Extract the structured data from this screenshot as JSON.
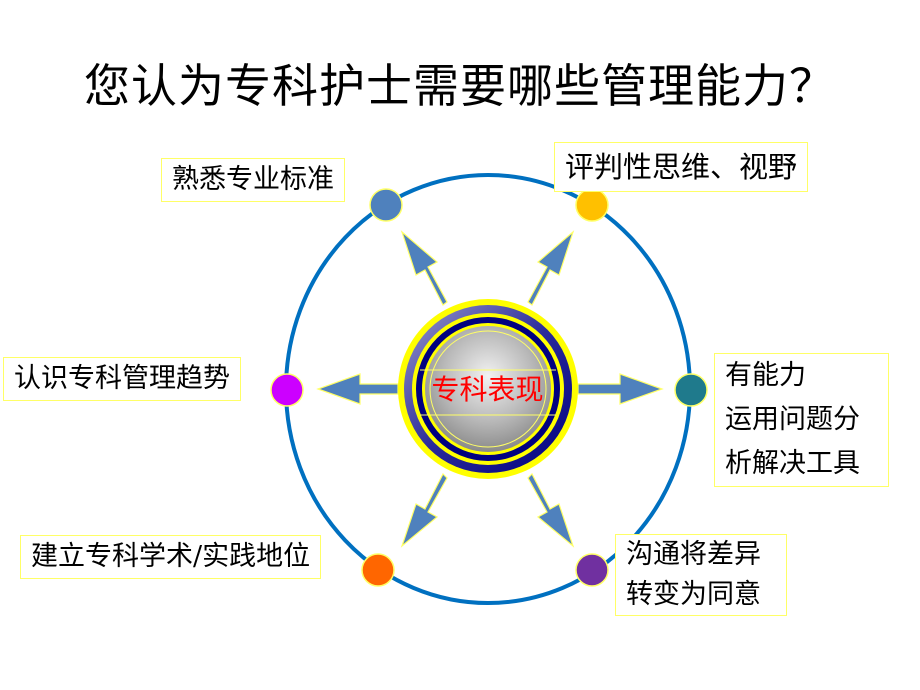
{
  "slide": {
    "title": "您认为专科护士需要哪些管理能力？",
    "center_label": "专科表现",
    "nodes": [
      {
        "id": "top-left",
        "label": "熟悉专业标准",
        "dot_color": "#4f81bd"
      },
      {
        "id": "top-right",
        "label": "评判性思维、视野",
        "dot_color": "#ffc000"
      },
      {
        "id": "right",
        "lines": [
          "有能力",
          "运用问题分",
          "析解决工具"
        ],
        "dot_color": "#1f7a8c"
      },
      {
        "id": "bottom-right",
        "lines": [
          "沟通将差异",
          "转变为同意"
        ],
        "dot_color": "#7030a0"
      },
      {
        "id": "bottom-left",
        "label": "建立专科学术/实践地位",
        "dot_color": "#ff6600"
      },
      {
        "id": "left",
        "label": "认识专科管理趋势",
        "dot_color": "#cc00ff"
      }
    ],
    "colors": {
      "ring": "#0070c0",
      "arrow": "#4f81bd",
      "label_border": "#ffff66",
      "center_text": "#ff0000"
    }
  }
}
